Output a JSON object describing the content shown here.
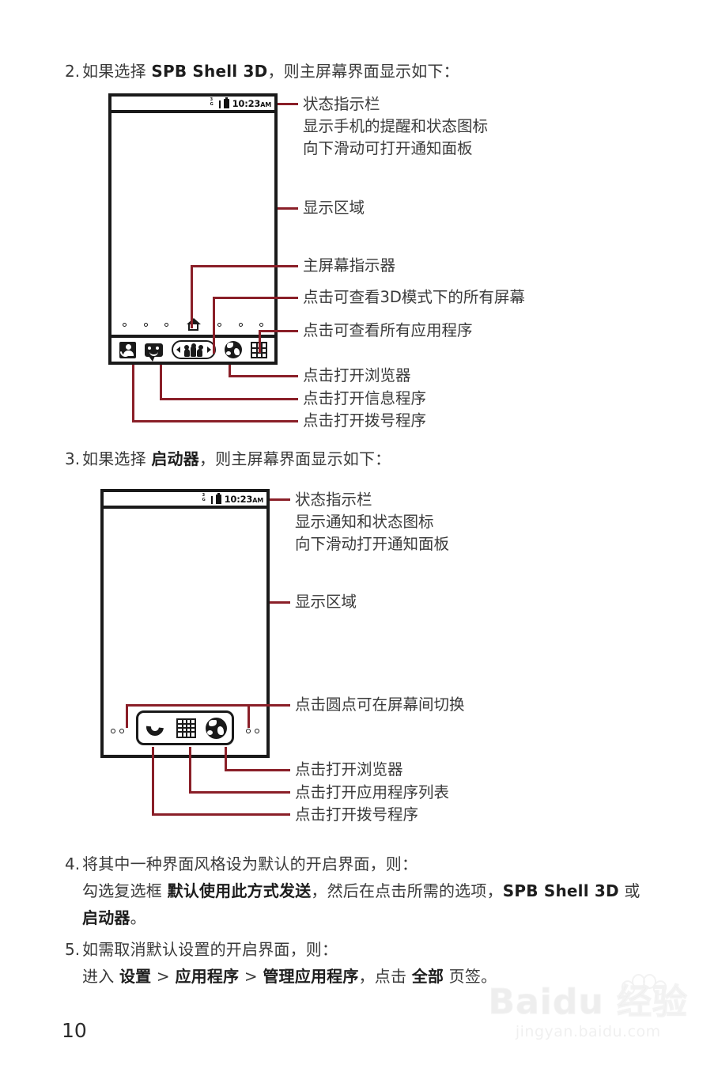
{
  "page": {
    "number": "10",
    "watermark_main": "Baidu 经验",
    "watermark_sub": "jingyan.baidu.com"
  },
  "steps": [
    {
      "number": "2.",
      "text_parts": [
        "如果选择 ",
        "SPB Shell 3D",
        "，则主屏幕界面显示如下："
      ]
    },
    {
      "number": "3.",
      "text_parts": [
        "如果选择 ",
        "启动器",
        "，则主屏幕界面显示如下："
      ]
    }
  ],
  "phone1": {
    "status_bar": {
      "time": "10:23",
      "ampm": "AM",
      "signal_icon": "signal-3g-icon",
      "battery_icon": "battery-icon"
    },
    "dock_icons": [
      {
        "name": "contacts-icon",
        "label": "联系人"
      },
      {
        "name": "messaging-icon",
        "label": "信息"
      },
      {
        "name": "3d-screens-icon",
        "label": "3D 模式"
      },
      {
        "name": "browser-icon",
        "label": "浏览器"
      },
      {
        "name": "all-apps-grid-icon",
        "label": "所有应用程序"
      }
    ],
    "home_indicator_icon": "home-icon",
    "page_dot_count": 7,
    "callouts": {
      "status_bar": [
        "状态指示栏",
        "显示手机的提醒和状态图标",
        "向下滑动可打开通知面板"
      ],
      "display_area": "显示区域",
      "home_indicator": "主屏幕指示器",
      "view_3d": "点击可查看3D模式下的所有屏幕",
      "view_all_apps": "点击可查看所有应用程序",
      "open_browser": "点击打开浏览器",
      "open_messaging": "点击打开信息程序",
      "open_dialer": "点击打开拨号程序"
    }
  },
  "phone2": {
    "status_bar": {
      "time": "10:23",
      "ampm": "AM",
      "signal_icon": "signal-3g-icon",
      "battery_icon": "battery-icon"
    },
    "dock_icons": [
      {
        "name": "phone-dialer-icon",
        "label": "拨号"
      },
      {
        "name": "app-list-grid-icon",
        "label": "应用程序列表"
      },
      {
        "name": "browser-icon",
        "label": "浏览器"
      }
    ],
    "left_dot_count": 2,
    "right_dot_count": 2,
    "callouts": {
      "status_bar": [
        "状态指示栏",
        "显示通知和状态图标",
        "向下滑动打开通知面板"
      ],
      "display_area": "显示区域",
      "switch_screens": "点击圆点可在屏幕间切换",
      "open_browser": "点击打开浏览器",
      "open_app_list": "点击打开应用程序列表",
      "open_dialer": "点击打开拨号程序"
    }
  },
  "step4": {
    "number": "4.",
    "line1": "将其中一种界面风格设为默认的开启界面，则：",
    "line2_a": "勾选复选框 ",
    "line2_b": "默认使用此方式发送",
    "line2_c": "，然后在点击所需的选项，",
    "line2_d": "SPB Shell 3D",
    "line2_e": " 或",
    "line3_a": "启动器",
    "line3_b": "。"
  },
  "step5": {
    "number": "5.",
    "line1": "如需取消默认设置的开启界面，则：",
    "line2_a": "进入 ",
    "line2_b": "设置",
    "line2_c": " > ",
    "line2_d": "应用程序",
    "line2_e": " > ",
    "line2_f": "管理应用程序",
    "line2_g": "，点击 ",
    "line2_h": "全部",
    "line2_i": " 页签。"
  },
  "colors": {
    "leader_line": "#8a1f28",
    "ink": "#1a1a1a",
    "text": "#3a3a3a"
  }
}
